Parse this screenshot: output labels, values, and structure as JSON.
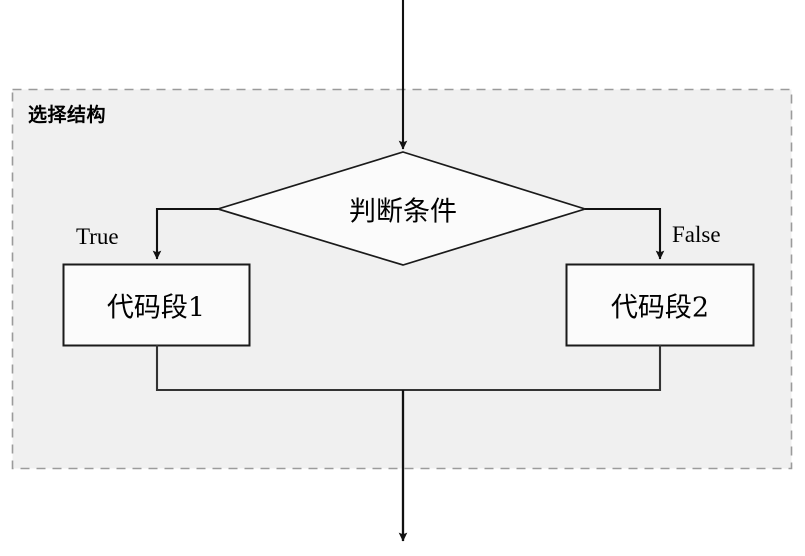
{
  "diagram": {
    "type": "flowchart",
    "title_label": "选择结构",
    "nodes": {
      "decision": {
        "shape": "diamond",
        "label": "判断条件"
      },
      "branch_true": {
        "shape": "rectangle",
        "label": "代码段1"
      },
      "branch_false": {
        "shape": "rectangle",
        "label": "代码段2"
      }
    },
    "edge_labels": {
      "true": "True",
      "false": "False"
    },
    "colors": {
      "group_fill": "#f0f0f0",
      "group_border": "#9a9a9a",
      "stroke": "#1a1a1a",
      "node_fill": "#fbfbfb",
      "page_background": "#ffffff",
      "text": "#000000"
    }
  }
}
